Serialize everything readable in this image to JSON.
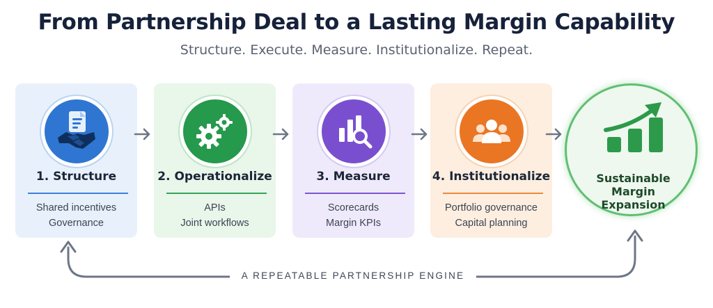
{
  "header": {
    "title": "From Partnership Deal to a Lasting Margin Capability",
    "subtitle": "Structure. Execute. Measure. Institutionalize. Repeat."
  },
  "steps": [
    {
      "title": "1. Structure",
      "details": [
        "Shared incentives",
        "Governance"
      ],
      "icon": "document-handshake-icon",
      "color": "#2f76d2"
    },
    {
      "title": "2. Operationalize",
      "details": [
        "APIs",
        "Joint workflows"
      ],
      "icon": "gears-icon",
      "color": "#25994c"
    },
    {
      "title": "3. Measure",
      "details": [
        "Scorecards",
        "Margin KPIs"
      ],
      "icon": "chart-magnifier-icon",
      "color": "#7a4fcf"
    },
    {
      "title": "4.  Institutionalize",
      "details": [
        "Portfolio governance",
        "Capital planning"
      ],
      "icon": "team-icon",
      "color": "#ea7623"
    }
  ],
  "outcome": {
    "lines": [
      "Sustainable",
      "Margin",
      "Expansion"
    ],
    "icon": "growth-chart-icon",
    "color": "#2c9a4a"
  },
  "loop": {
    "label": "A  REPEATABLE PARTNERSHIP ENGINE"
  }
}
